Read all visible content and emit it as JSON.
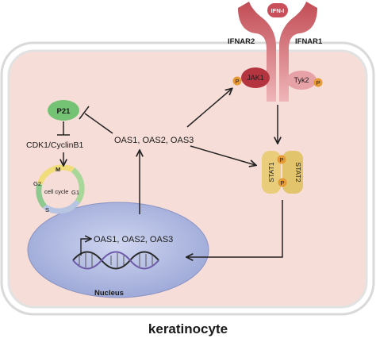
{
  "ifn": {
    "ligand": "IFN-I",
    "receptor_left": "IFNAR2",
    "receptor_right": "IFNAR1"
  },
  "kinases": {
    "jak": "JAK1",
    "tyk": "Tyk2",
    "phospho": "P"
  },
  "stat": {
    "stat1": "STAT1",
    "stat2": "STAT2"
  },
  "oas": {
    "cytoplasm": "OAS1,  OAS2,  OAS3",
    "nucleus": "OAS1,  OAS2,  OAS3"
  },
  "p21": "P21",
  "cdk": "CDK1/CyclinB1",
  "cycle": {
    "title": "cell cycle",
    "m": "M",
    "g1": "G1",
    "g2": "G2",
    "s": "S"
  },
  "nucleus_label": "Nucleus",
  "cell_label": "keratinocyte",
  "colors": {
    "cell_fill": "#f5dcd6",
    "membrane": "#e7e7e7",
    "nucleus": "#a9b3dc",
    "receptor": "#bc4a52",
    "receptor_light": "#e9a5a9",
    "jak": "#b4343f",
    "tyk": "#e08f95",
    "phospho": "#e69a36",
    "stat": "#e9cd7a",
    "p21": "#74c274"
  }
}
